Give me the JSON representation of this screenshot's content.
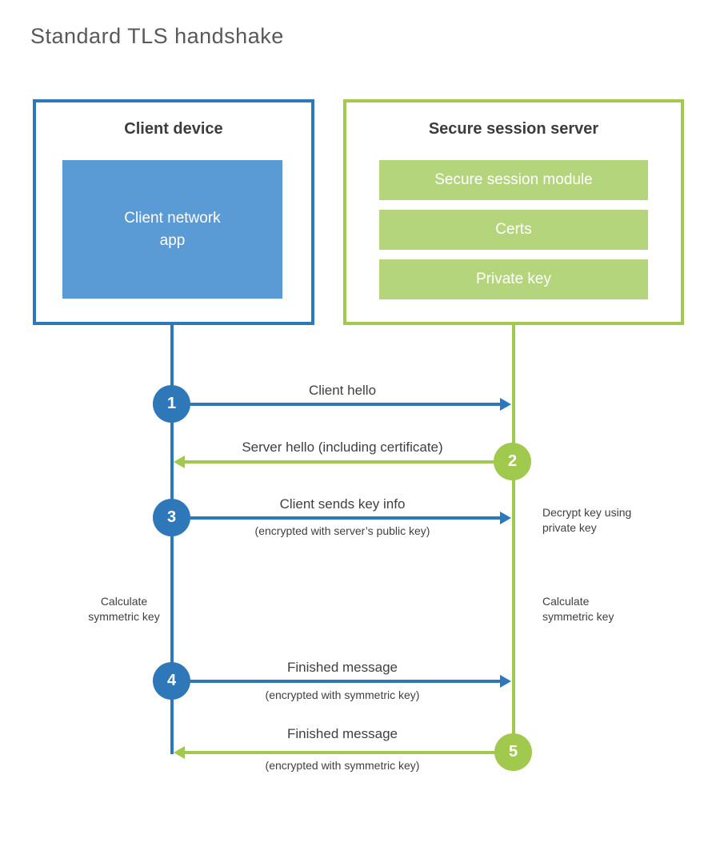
{
  "title": "Standard TLS handshake",
  "colors": {
    "blue": "#2e77b9",
    "blue-fill": "#5b9bd5",
    "green": "#a0c94e",
    "green-fill": "#b5d57d",
    "text": "#404040",
    "header": "#3c3c3c",
    "title": "#59595b"
  },
  "client": {
    "title": "Client device",
    "app": "Client network\napp"
  },
  "server": {
    "title": "Secure session server",
    "modules": [
      "Secure session module",
      "Certs",
      "Private key"
    ]
  },
  "steps": [
    {
      "num": "1",
      "label": "Client hello",
      "direction": "client-to-server"
    },
    {
      "num": "2",
      "label": "Server hello (including certificate)",
      "direction": "server-to-client"
    },
    {
      "num": "3",
      "label": "Client sends key info",
      "sublabel": "(encrypted with server’s public key)",
      "direction": "client-to-server"
    },
    {
      "num": "4",
      "label": "Finished message",
      "sublabel": "(encrypted with symmetric key)",
      "direction": "client-to-server"
    },
    {
      "num": "5",
      "label": "Finished message",
      "sublabel": "(encrypted with symmetric key)",
      "direction": "server-to-client"
    }
  ],
  "notes": {
    "decrypt_key": "Decrypt key using\nprivate key",
    "calculate_left": "Calculate\nsymmetric key",
    "calculate_right": "Calculate\nsymmetric key"
  }
}
